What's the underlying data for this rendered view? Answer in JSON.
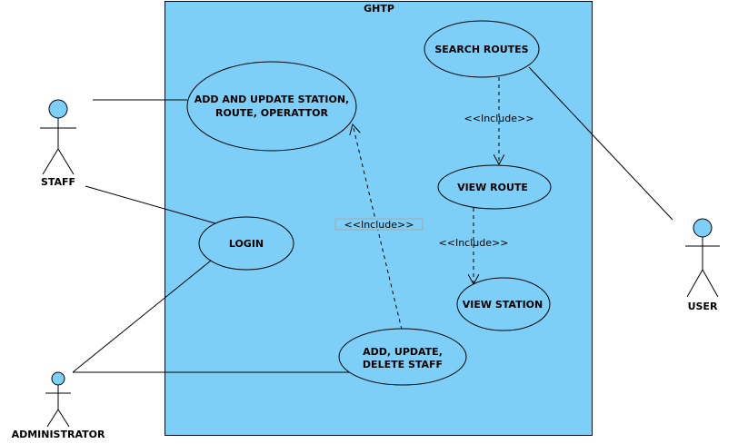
{
  "diagram": {
    "system_name": "GHTP",
    "colors": {
      "fill": "#7dcff7",
      "stroke": "#000000",
      "label_box": "#aaaaaa"
    },
    "actors": {
      "staff": "STAFF",
      "administrator": "ADMINISTRATOR",
      "user": "USER"
    },
    "use_cases": {
      "add_update_station": [
        "ADD AND UPDATE STATION,",
        "ROUTE, OPERATTOR"
      ],
      "login": "LOGIN",
      "add_update_delete_staff": [
        "ADD, UPDATE,",
        "DELETE STAFF"
      ],
      "search_routes": "SEARCH ROUTES",
      "view_route": "VIEW ROUTE",
      "view_station": "VIEW STATION"
    },
    "relationships": {
      "include_staff_to_station": "<<Include>>",
      "include_search_to_view_route": "<<Include>>",
      "include_view_route_to_station": "<<Include>>"
    }
  }
}
